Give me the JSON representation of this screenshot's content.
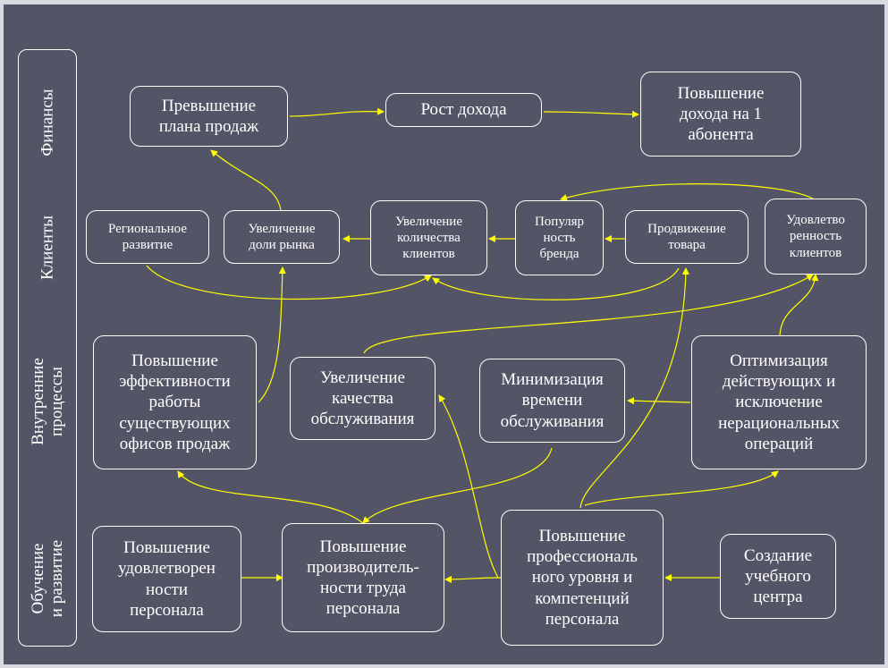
{
  "perspectives": {
    "finance": "Финансы",
    "clients": "Клиенты",
    "processes": "Внутренние\nпроцессы",
    "learning": "Обучение\nи развитие"
  },
  "nodes": {
    "sales_plan": "Превышение\nплана продаж",
    "revenue_growth": "Рост дохода",
    "arpu_growth": "Повышение\nдохода на 1\nабонента",
    "regional": "Региональное\nразвитие",
    "market_share": "Увеличение\nдоли рынка",
    "client_count": "Увеличение\nколичества\nклиентов",
    "brand": "Популяр\nность\nбренда",
    "promotion": "Продвижение\nтовара",
    "satisfaction": "Удовлетво\nренность\nклиентов",
    "office_efficiency": "Повышение\nэффективности\nработы\nсуществующих\nофисов продаж",
    "service_quality": "Увеличение\nкачества\nобслуживания",
    "service_time": "Минимизация\nвремени\nобслуживания",
    "optimization": "Оптимизация\nдействующих и\nисключение\nнерациональных\nопераций",
    "staff_satisfaction": "Повышение\nудовлетворен\nности\nперсонала",
    "productivity": "Повышение\nпроизводитель-\nности труда\nперсонала",
    "competence": "Повышение\nпрофессиональ\nного уровня и\nкомпетенций\nперсонала",
    "training_center": "Создание\nучебного\nцентра"
  },
  "colors": {
    "background": "#535566",
    "frame": "#d9dadf",
    "box_border": "#ffffff",
    "text": "#ffffff",
    "arrow": "#ffff00"
  }
}
